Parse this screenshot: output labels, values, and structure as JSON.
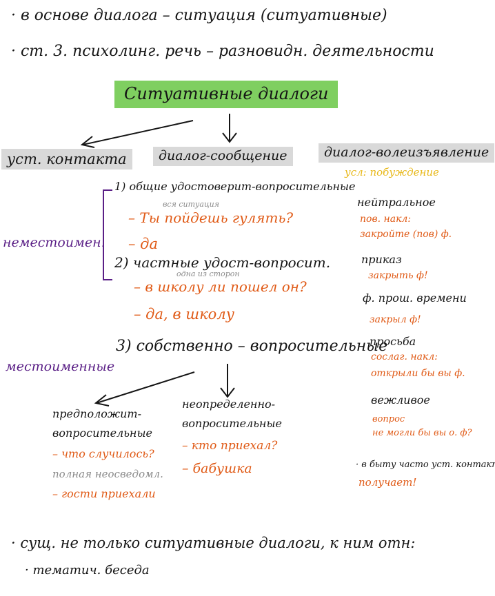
{
  "colors": {
    "ink": "#151515",
    "orange": "#e05a16",
    "purple": "#5a1f86",
    "gold": "#e8b818",
    "gray": "#8a8a8a",
    "green_highlight": "#7fcf60",
    "gray_highlight": "#d9d9d9"
  },
  "header": {
    "line1": "· в основе диалога – ситуация (ситуативные)",
    "line2": "· ст. 3. психолинг. речь – разновидн. деятельности"
  },
  "title": "Ситуативные диалоги",
  "branches": {
    "left": "уст. контакта",
    "middle": "диалог-сообщение",
    "right": "диалог-волеизъявление"
  },
  "middle_branch": {
    "item1_label": "1) общие удостоверит-вопросительные",
    "item1_note": "вся ситуация",
    "item1_ex1": "– Ты пойдешь гулять?",
    "item1_ex2": "– да",
    "side_label_nonpronominal": "неместоимен.",
    "item2_label": "2) частные удост-вопросит.",
    "item2_note": "одна из сторон",
    "item2_ex1": "– в школу ли пошел он?",
    "item2_ex2": "– да, в школу",
    "side_label_pronominal": "местоименные",
    "item3_label": "3) собственно – вопросительные"
  },
  "sub_left": {
    "title_line1": "предположит-",
    "title_line2": "вопросительные",
    "ex1": "– что случилось?",
    "note": "полная неосведомл.",
    "ex2": "– гости приехали"
  },
  "sub_right": {
    "title_line1": "неопределенно-",
    "title_line2": "вопросительные",
    "ex1": "– кто приехал?",
    "ex2": "– бабушка"
  },
  "right_branch": {
    "note": "усл: побуждение",
    "items": [
      {
        "title": "нейтральное",
        "line1": "пов. накл:",
        "line2": "закройте (пов) ф."
      },
      {
        "title": "приказ",
        "line1": "закрыть ф!",
        "line2": ""
      },
      {
        "title": "ф. прош. времени",
        "line1": "закрыл ф!",
        "line2": ""
      },
      {
        "title": "просьба",
        "line1": "сослаг. накл:",
        "line2": "открыли бы вы ф."
      },
      {
        "title": "вежливое",
        "line1": "вопрос",
        "line2": "не могли бы вы о. ф?"
      }
    ],
    "contact_line": "· в быту часто уст. контакт",
    "contact_ex": "получает!"
  },
  "footer": {
    "line1": "· сущ. не только ситуативные диалоги, к ним отн:",
    "line2": "· тематич. беседа"
  }
}
